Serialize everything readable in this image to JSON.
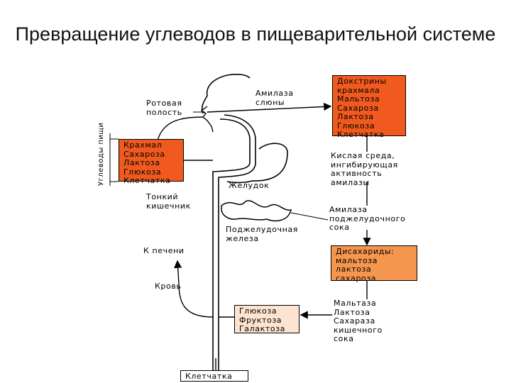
{
  "title": "Превращение углеводов в пищеварительной системе",
  "colors": {
    "dark_orange": "#f05a1e",
    "mid_orange": "#f5964f",
    "light_orange": "#fce4d0"
  },
  "side_label": "Углеводы пищи",
  "food_box": [
    "Крахмал",
    "Сахароза",
    "Лактоза",
    "Глюкоза",
    "Клетчатка"
  ],
  "mouth_box": [
    "Докстрины",
    "крахмала",
    "Мальтоза",
    "Сахароза",
    "Лактоза",
    "Глюкоза",
    "Клетчатка"
  ],
  "disaccharides_box": [
    "Дисахариды:",
    "мальтоза",
    "лактоза",
    "сахароза"
  ],
  "monosaccharides_box": [
    "Глюкоза",
    "Фруктоза",
    "Галактоза"
  ],
  "fiber_box": "Клетчатка",
  "labels": {
    "oral_cavity": [
      "Ротовая",
      "полость"
    ],
    "saliva_amylase": [
      "Амилаза",
      "слюны"
    ],
    "acid_environment": [
      "Кислая среда,",
      "ингибирующая",
      "активность",
      "амилазы"
    ],
    "stomach": "Желудок",
    "small_intestine": [
      "Тонкий",
      "кишечник"
    ],
    "pancreatic_amylase": [
      "Амилаза",
      "поджелудочного",
      "сока"
    ],
    "pancreas": [
      "Поджелудочная",
      "железа"
    ],
    "to_liver": "К печени",
    "blood": "Кровь",
    "intestinal_enzymes": [
      "Мальтаза",
      "Лактоза",
      "Сахараза",
      "кишечного",
      "сока"
    ]
  }
}
